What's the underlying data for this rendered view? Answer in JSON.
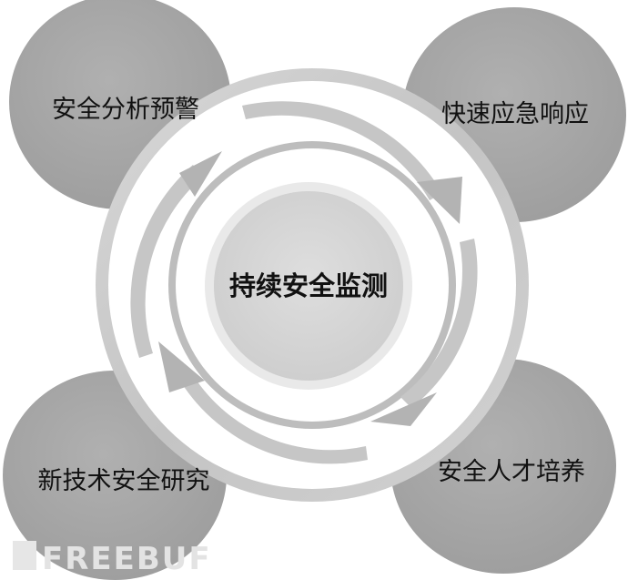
{
  "center": {
    "label": "持续安全监测"
  },
  "nodes": [
    {
      "id": "top-left",
      "label": "安全分析预警"
    },
    {
      "id": "top-right",
      "label": "快速应急响应"
    },
    {
      "id": "bottom-right",
      "label": "安全人才培养"
    },
    {
      "id": "bottom-left",
      "label": "新技术安全研究"
    }
  ],
  "watermark": {
    "text": "FREEBUF"
  },
  "colors": {
    "node_fill": "#a6a6a6",
    "ring_outer": "#cfcfcf",
    "center_fill": "#d9d9d9",
    "center_rim": "#efefef",
    "ring_inner_edge": "#b8b8b8"
  }
}
